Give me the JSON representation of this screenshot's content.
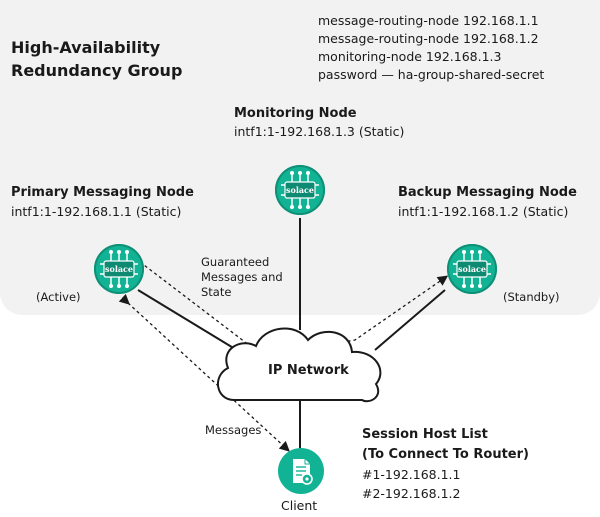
{
  "group": {
    "title_line1": "High-Availability",
    "title_line2": "Redundancy Group"
  },
  "config_lines": [
    "message-routing-node 192.168.1.1",
    "message-routing-node 192.168.1.2",
    "monitoring-node 192.168.1.3",
    "password — ha-group-shared-secret"
  ],
  "monitoring": {
    "title": "Monitoring Node",
    "intf": "intf1:1-192.168.1.3 (Static)"
  },
  "primary": {
    "title": "Primary Messaging Node",
    "intf": "intf1:1-192.168.1.1 (Static)",
    "state": "(Active)"
  },
  "backup": {
    "title": "Backup Messaging Node",
    "intf": "intf1:1-192.168.1.2 (Static)",
    "state": "(Standby)"
  },
  "node_logo": "solace",
  "flows": {
    "guaranteed_line1": "Guaranteed",
    "guaranteed_line2": "Messages and",
    "guaranteed_line3": "State",
    "messages": "Messages"
  },
  "network": {
    "label": "IP Network"
  },
  "client": {
    "label": "Client",
    "icon": "document-gear-icon"
  },
  "session": {
    "title_line1": "Session Host List",
    "title_line2": "(To Connect To Router)",
    "hosts": [
      "#1-192.168.1.1",
      "#2-192.168.1.2"
    ]
  },
  "colors": {
    "node": "#12b394",
    "panel": "#f2f2f2",
    "line": "#1a1a1a"
  }
}
